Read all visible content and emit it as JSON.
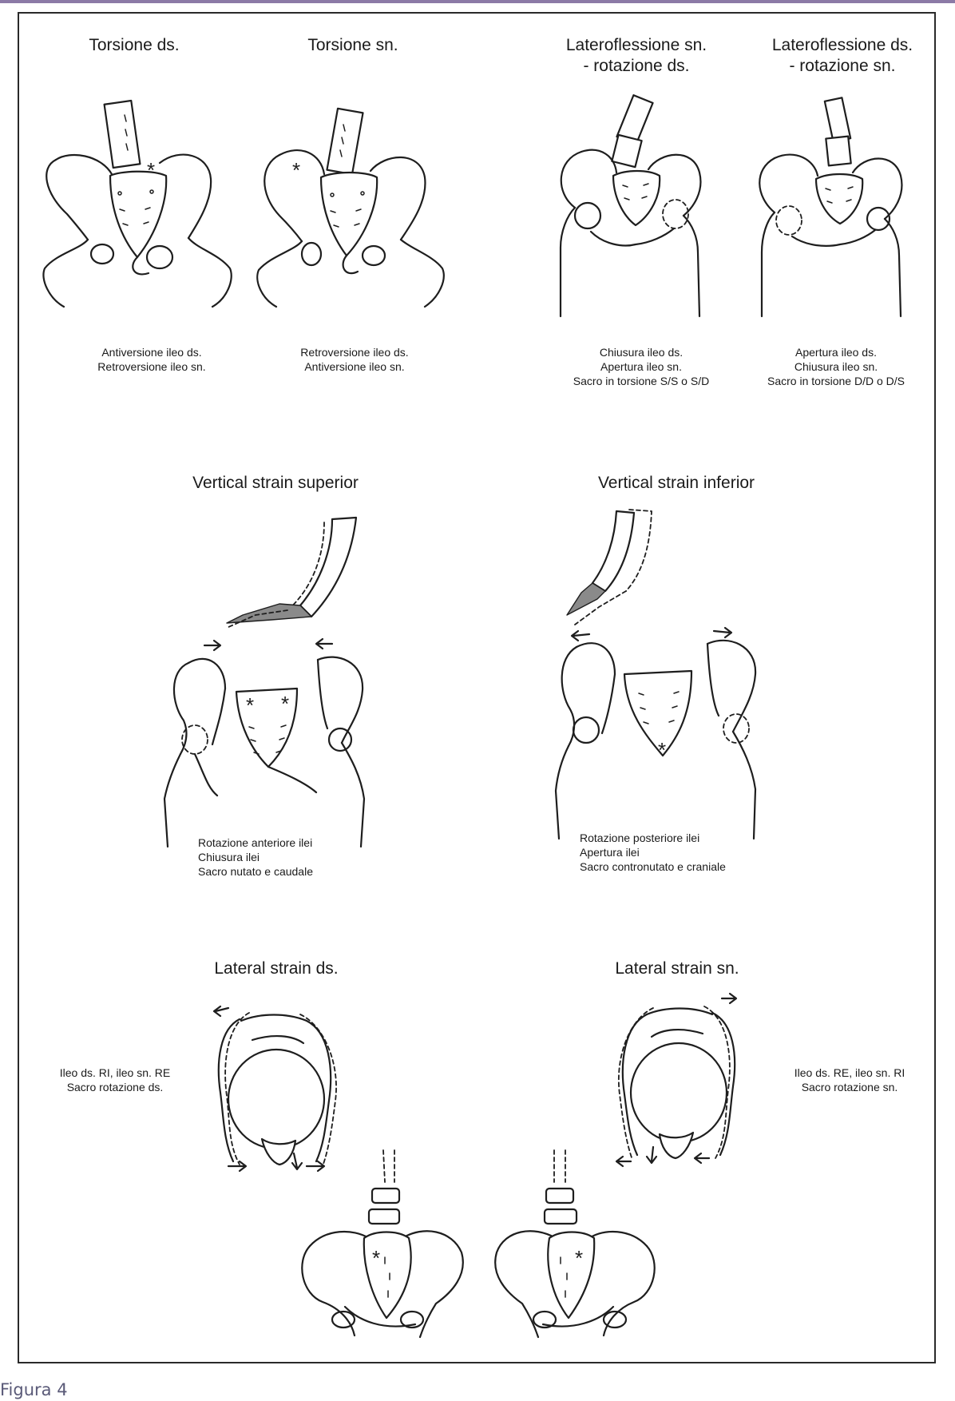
{
  "figure_caption": "Figura 4",
  "sections": {
    "torsione_ds": {
      "title": "Torsione ds.",
      "lines": [
        "Antiversione ileo ds.",
        "Retroversione ileo sn."
      ]
    },
    "torsione_sn": {
      "title": "Torsione sn.",
      "lines": [
        "Retroversione ileo ds.",
        "Antiversione ileo sn."
      ]
    },
    "lateroflessione_sn": {
      "title_lines": [
        "Lateroflessione sn.",
        "- rotazione ds."
      ],
      "lines": [
        "Chiusura ileo ds.",
        "Apertura ileo sn.",
        "Sacro in torsione S/S o S/D"
      ]
    },
    "lateroflessione_ds": {
      "title_lines": [
        "Lateroflessione ds.",
        "- rotazione sn."
      ],
      "lines": [
        "Apertura ileo ds.",
        "Chiusura ileo sn.",
        "Sacro in torsione D/D o D/S"
      ]
    },
    "vertical_superior": {
      "title": "Vertical strain superior",
      "lines": [
        "Rotazione anteriore ilei",
        "Chiusura ilei",
        "Sacro nutato e caudale"
      ]
    },
    "vertical_inferior": {
      "title": "Vertical strain inferior",
      "lines": [
        "Rotazione posteriore ilei",
        "Apertura ilei",
        "Sacro contronutato e craniale"
      ]
    },
    "lateral_ds": {
      "title": "Lateral strain ds.",
      "lines": [
        "Ileo ds. RI, ileo sn. RE",
        "Sacro rotazione ds."
      ]
    },
    "lateral_sn": {
      "title": "Lateral strain sn.",
      "lines": [
        "Ileo ds. RE, ileo sn. RI",
        "Sacro rotazione sn."
      ]
    }
  }
}
